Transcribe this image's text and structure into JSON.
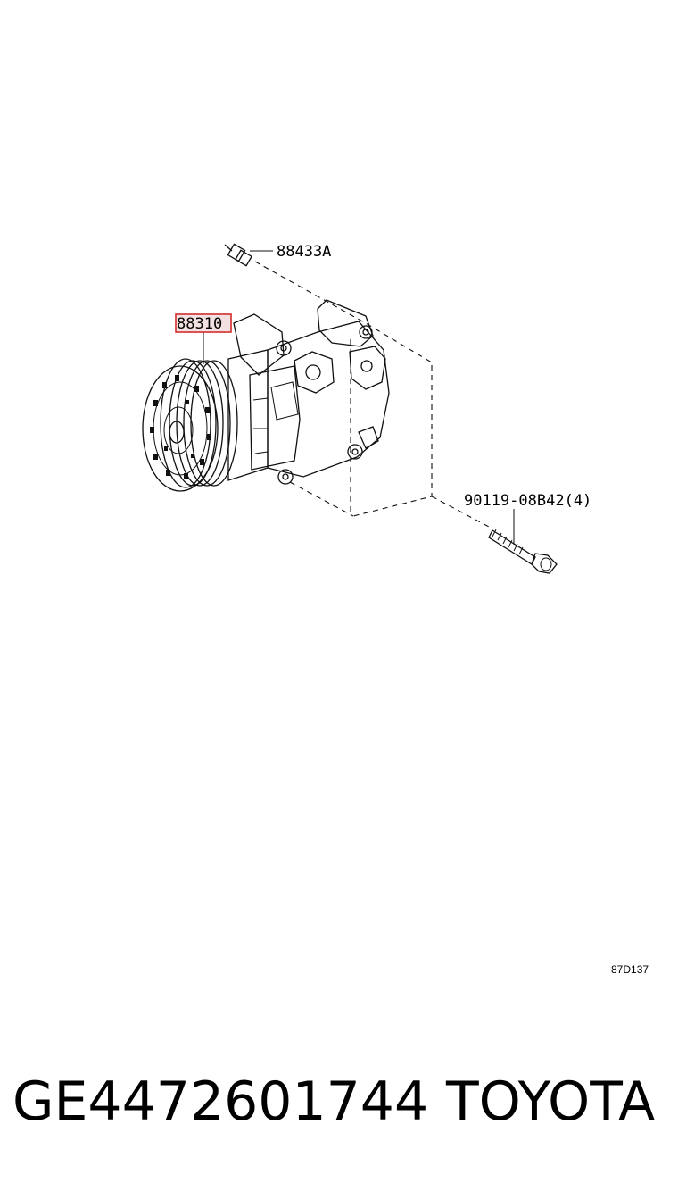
{
  "diagram": {
    "callouts": [
      {
        "id": "sensor",
        "label": "88433A",
        "highlighted": false
      },
      {
        "id": "compressor",
        "label": "88310",
        "highlighted": true
      },
      {
        "id": "bolt",
        "label": "90119-08B42(4)",
        "highlighted": false
      }
    ],
    "reference_code": "87D137",
    "highlight_color": "#d22a2a"
  },
  "footer": {
    "part_number": "GE4472601744",
    "brand": "TOYOTA"
  }
}
